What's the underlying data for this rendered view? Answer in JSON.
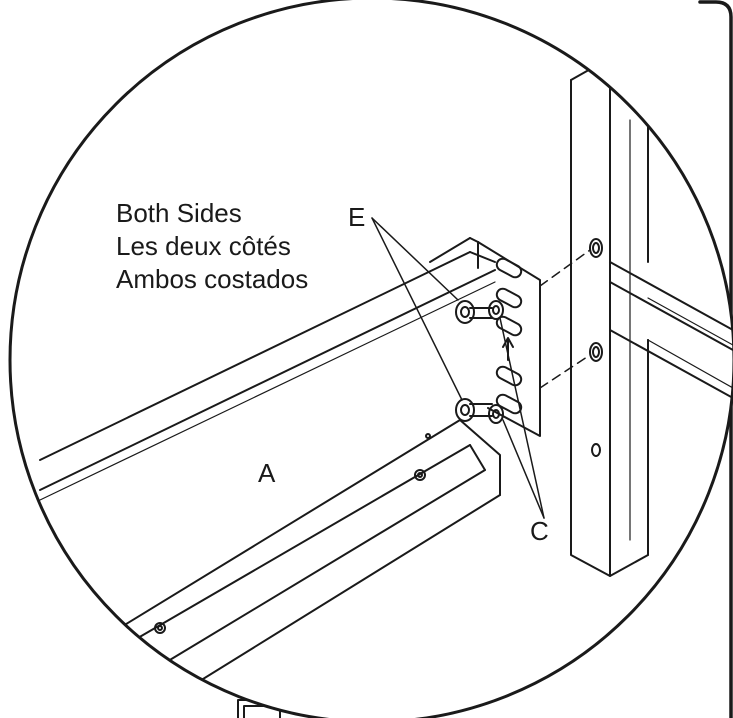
{
  "labels": {
    "note_en": "Both Sides",
    "note_fr": "Les deux côtés",
    "note_es": "Ambos costados",
    "part_a": "A",
    "part_c": "C",
    "part_e": "E"
  },
  "colors": {
    "ink": "#1a1a1a",
    "paper": "#ffffff"
  }
}
